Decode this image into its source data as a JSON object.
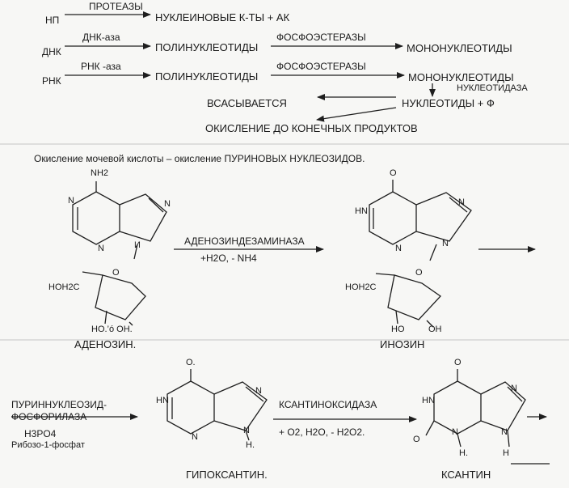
{
  "scheme": {
    "row1": {
      "source": "НП",
      "enzyme": "ПРОТЕАЗЫ",
      "product": "НУКЛЕИНОВЫЕ К-ТЫ  +  АК"
    },
    "row2": {
      "source": "ДНК",
      "enzyme": "ДНК-аза",
      "product": "ПОЛИНУКЛЕОТИДЫ",
      "enzyme2": "ФОСФОЭСТЕРАЗЫ",
      "product2": "МОНОНУКЛЕОТИДЫ"
    },
    "row3": {
      "source": "РНК",
      "enzyme": "РНК -аза",
      "product": "ПОЛИНУКЛЕОТИДЫ",
      "enzyme2": "ФОСФОЭСТЕРАЗЫ",
      "product2": "МОНОНУКЛЕОТИДЫ"
    },
    "nucleotidase": "НУКЛЕОТИДАЗА",
    "nucleotides": "НУКЛЕОТИДЫ + Ф",
    "absorbed": "ВСАСЫВАЕТСЯ",
    "oxidation": "ОКИСЛЕНИЕ ДО КОНЕЧНЫХ ПРОДУКТОВ"
  },
  "caption": "Окисление мочевой кислоты – окисление ПУРИНОВЫХ НУКЛЕОЗИДОВ.",
  "adenosine": {
    "name": "АДЕНОЗИН.",
    "nh2": "NH2",
    "n": "N",
    "n_labile": "И",
    "hoh2c": "HOH2C",
    "o": "O",
    "ho_oh": "HO.’ó OH."
  },
  "reaction1": {
    "enzyme": "АДЕНОЗИНДЕЗАМИНАЗА",
    "conditions": "+H2O,  - NH4"
  },
  "inosine": {
    "name": "ИНОЗИН",
    "o": "O",
    "hn": "HN",
    "n": "N",
    "hoh2c": "HOH2C",
    "ring_o": "O",
    "ho": "HO",
    "oh": "OH"
  },
  "reaction2": {
    "enzyme_line1": "ПУРИННУКЛЕОЗИД-",
    "enzyme_line2": "ФОСФОРИЛАЗА",
    "reagent": "H3PO4",
    "byproduct": "Рибозо-1-фосфат"
  },
  "hypoxanthine": {
    "name": "ГИПОКСАНТИН.",
    "o": "O.",
    "hn": "HN",
    "n": "N",
    "h": "H."
  },
  "reaction3": {
    "enzyme": "КСАНТИНОКСИДАЗА",
    "conditions": "+ O2, H2O,  - H2O2."
  },
  "xanthine": {
    "name": "КСАНТИН",
    "o": "O",
    "hn": "HN",
    "n": "N",
    "h": "H.",
    "h2": "H"
  }
}
